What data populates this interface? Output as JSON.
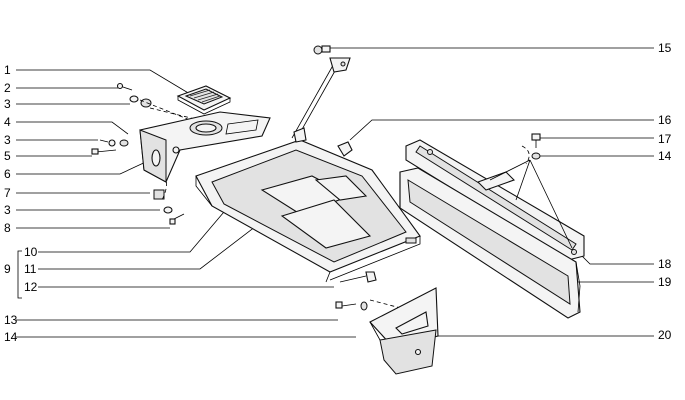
{
  "labels_left": [
    "1",
    "2",
    "3",
    "4",
    "3",
    "5",
    "6",
    "7",
    "3",
    "8",
    "10",
    "9",
    "11",
    "12",
    "13",
    "14"
  ],
  "labels_right": [
    "15",
    "16",
    "17",
    "14",
    "18",
    "19",
    "20"
  ]
}
